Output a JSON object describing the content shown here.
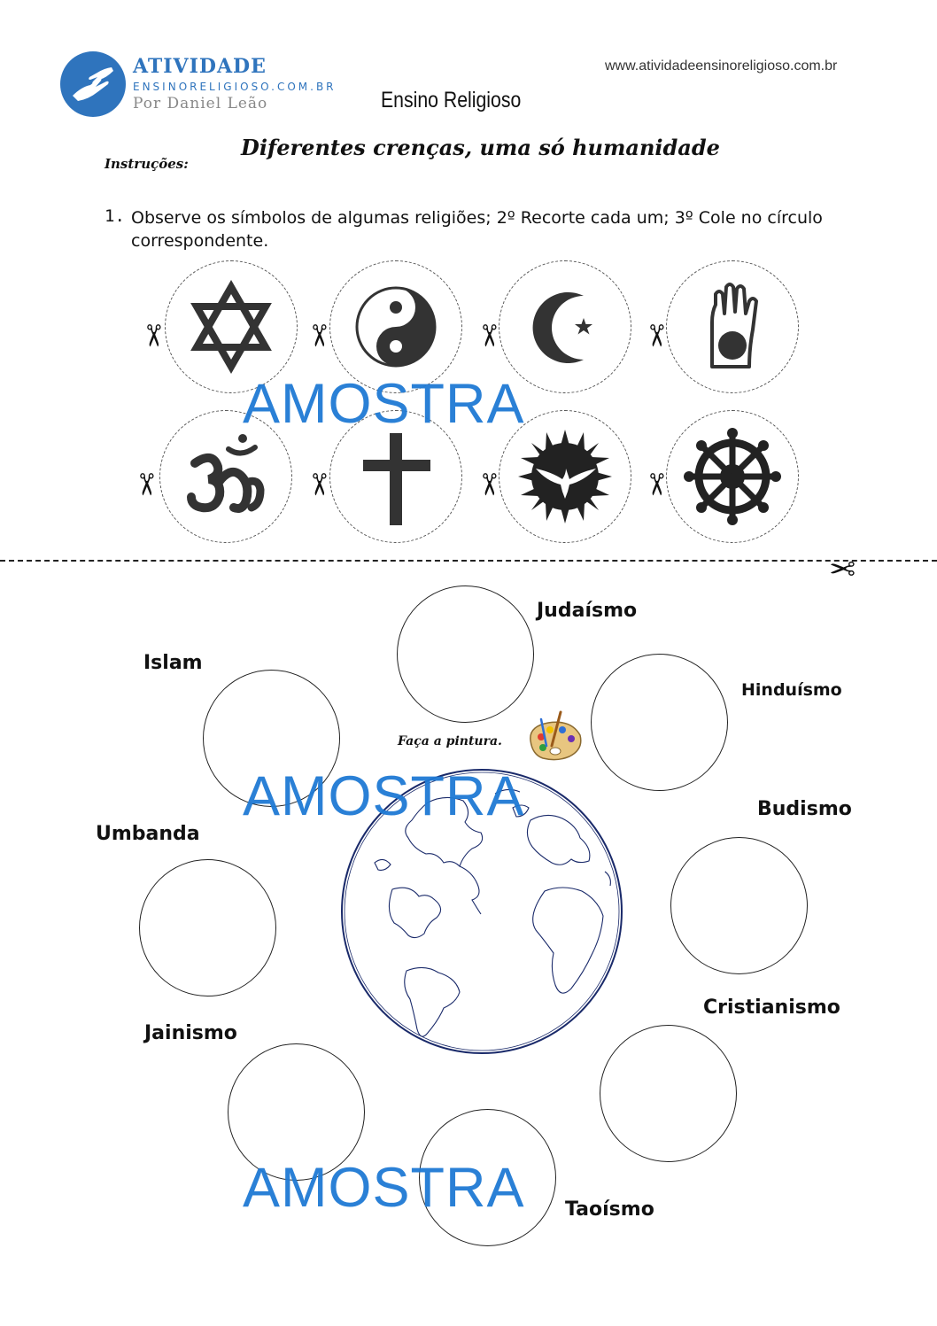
{
  "header": {
    "logo_title": "ATIVIDADE",
    "logo_subtitle": "ENSINORELIGIOSO.COM.BR",
    "logo_author": "Por Daniel Leão",
    "site_url": "www.atividadeensinoreligioso.com.br",
    "subject": "Ensino Religioso"
  },
  "title": "Diferentes crenças, uma só humanidade",
  "instructions": {
    "label": "Instruções:",
    "number": "1.",
    "text": "Observe os símbolos de algumas religiões; 2º Recorte cada um; 3º Cole no círculo correspondente."
  },
  "symbols": [
    "star-of-david-icon",
    "yin-yang-icon",
    "crescent-star-icon",
    "jain-hand-icon",
    "om-icon",
    "latin-cross-icon",
    "sun-dove-icon",
    "dharma-wheel-icon"
  ],
  "paint_note": "Faça a pintura.",
  "religions": {
    "judaismo": "Judaísmo",
    "islam": "Islam",
    "hinduismo": "Hinduísmo",
    "budismo": "Budismo",
    "umbanda": "Umbanda",
    "cristianismo": "Cristianismo",
    "jainismo": "Jainismo",
    "taoismo": "Taoísmo"
  },
  "watermark": "AMOSTRA",
  "colors": {
    "brand_blue": "#2f74bd",
    "watermark_blue": "#1f7ad4",
    "symbol_gray": "#333333"
  }
}
